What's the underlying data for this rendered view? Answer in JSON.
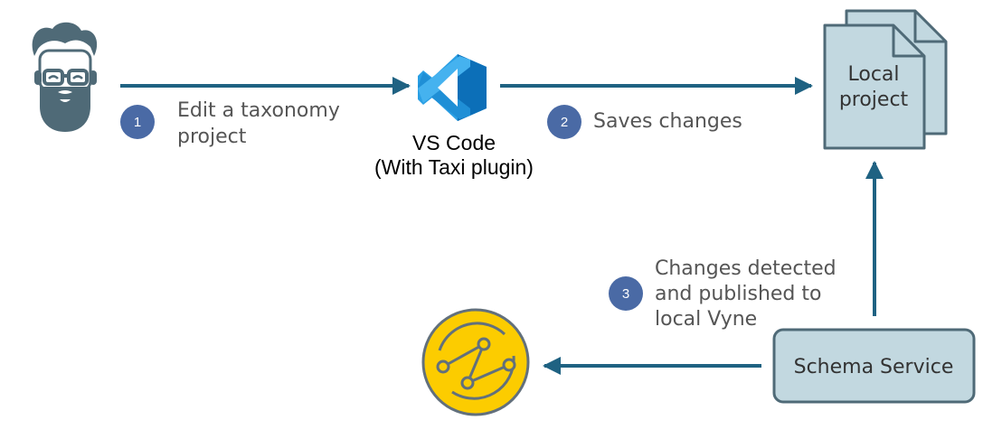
{
  "colors": {
    "arrow": "#1f6282",
    "badge": "#4a6aa5",
    "box_fill": "#c2d8e0",
    "box_stroke": "#4f6a77",
    "avatar": "#4f6a77",
    "vscode_blue": "#1f8fd6",
    "vyne_yellow": "#fccc00",
    "vyne_outline": "#62707c"
  },
  "icons": {
    "user": "developer-avatar-icon",
    "editor": "vscode-logo-icon",
    "files": "documents-icon",
    "vyne": "vyne-logo-icon"
  },
  "steps": [
    {
      "number": "1",
      "lines": [
        "Edit a taxonomy",
        "project"
      ]
    },
    {
      "number": "2",
      "lines": [
        "Saves changes"
      ]
    },
    {
      "number": "3",
      "lines": [
        "Changes detected",
        "and published to",
        "local Vyne"
      ]
    }
  ],
  "vscode": {
    "line1": "VS Code",
    "line2": "(With Taxi plugin)"
  },
  "local_project": {
    "line1": "Local",
    "line2": "project"
  },
  "schema_service": {
    "label": "Schema Service"
  }
}
